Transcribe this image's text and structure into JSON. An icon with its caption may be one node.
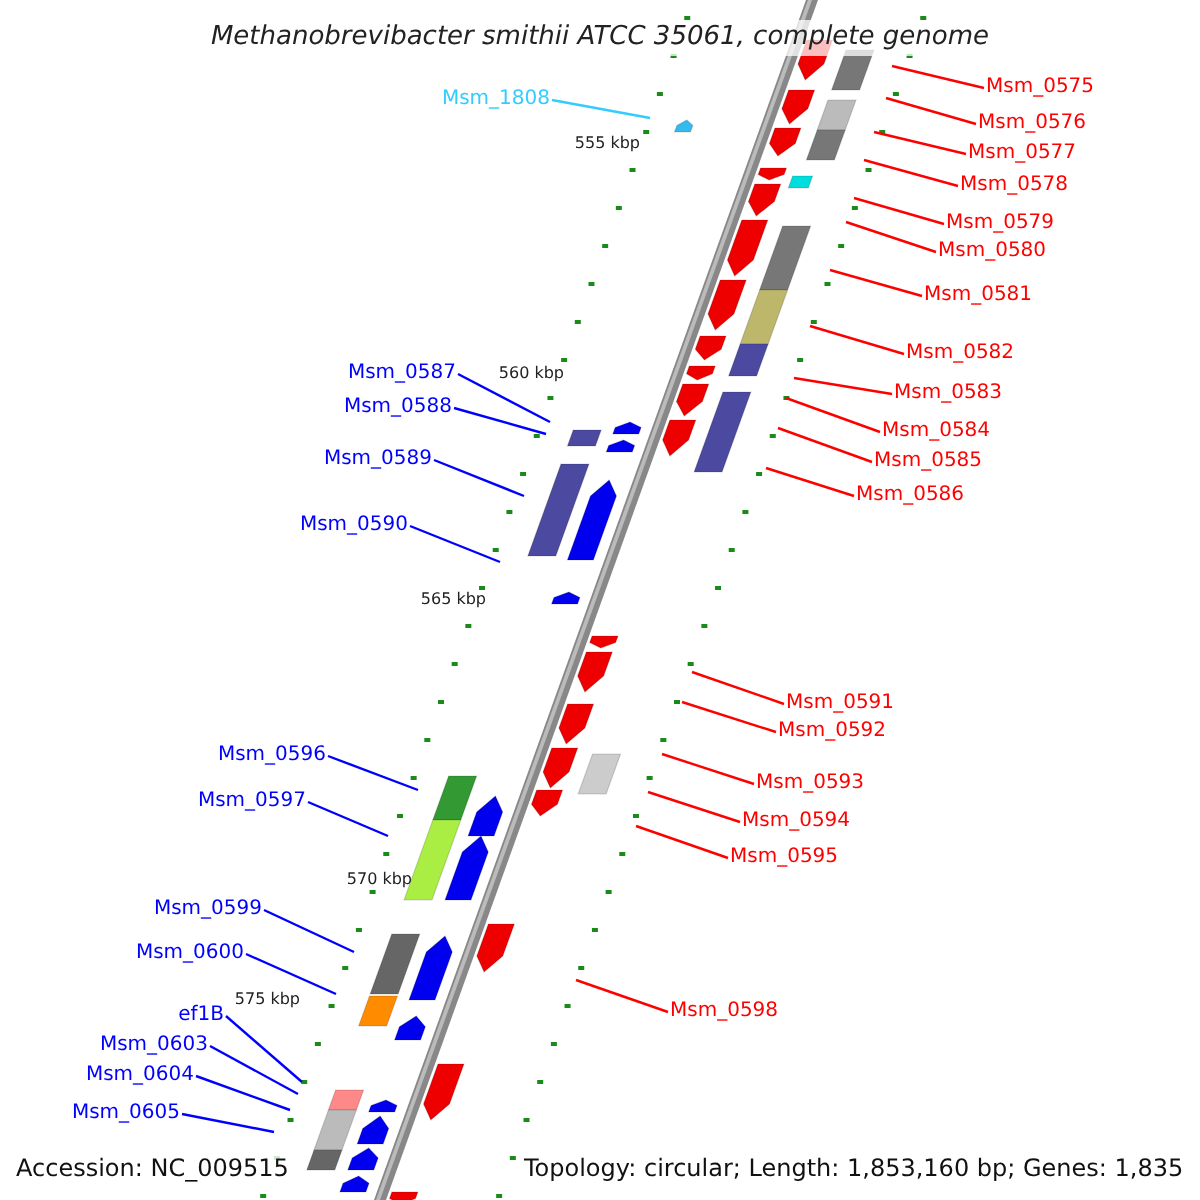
{
  "diagram": {
    "title": "Methanobrevibacter smithii ATCC 35061, complete genome",
    "nodes": [
      {
        "text": [
          "Msm_0575"
        ]
      },
      {
        "text": [
          "Msm_1808"
        ]
      },
      {
        "text": [
          "Msm_0576"
        ]
      },
      {
        "text": [
          "Msm_0577"
        ]
      },
      {
        "text": [
          "Msm_0578"
        ]
      },
      {
        "text": [
          "Msm_0579"
        ]
      },
      {
        "text": [
          "Msm_0580"
        ]
      },
      {
        "text": [
          "Msm_0581"
        ]
      },
      {
        "text": [
          "Msm_0582"
        ]
      },
      {
        "text": [
          "Msm_0587"
        ]
      },
      {
        "text": [
          "Msm_0583"
        ]
      },
      {
        "text": [
          "Msm_0588"
        ]
      },
      {
        "text": [
          "Msm_0584"
        ]
      },
      {
        "text": [
          "Msm_0589"
        ]
      },
      {
        "text": [
          "Msm_0585"
        ]
      },
      {
        "text": [
          "Msm_0586"
        ]
      },
      {
        "text": [
          "Msm_0590"
        ]
      },
      {
        "text": [
          "Msm_0591"
        ]
      },
      {
        "text": [
          "Msm_0592"
        ]
      },
      {
        "text": [
          "Msm_0596"
        ]
      },
      {
        "text": [
          "Msm_0593"
        ]
      },
      {
        "text": [
          "Msm_0597"
        ]
      },
      {
        "text": [
          "Msm_0594"
        ]
      },
      {
        "text": [
          "Msm_0595"
        ]
      },
      {
        "text": [
          "Msm_0599"
        ]
      },
      {
        "text": [
          "Msm_0600"
        ]
      },
      {
        "text": [
          "Msm_0598"
        ]
      },
      {
        "text": [
          "ef1B"
        ]
      },
      {
        "text": [
          "Msm_0603"
        ]
      },
      {
        "text": [
          "Msm_0604"
        ]
      },
      {
        "text": [
          "Msm_0605"
        ]
      }
    ],
    "edges": [
      {
        "from": 0,
        "to": null,
        "arrow": "none"
      },
      {
        "from": 1,
        "to": null,
        "arrow": "none",
        "color": "#33ccff"
      },
      {
        "from": 2,
        "to": null,
        "arrow": "none"
      },
      {
        "from": 3,
        "to": null,
        "arrow": "none"
      },
      {
        "from": 4,
        "to": null,
        "arrow": "none"
      },
      {
        "from": 5,
        "to": null,
        "arrow": "none"
      },
      {
        "from": 6,
        "to": null,
        "arrow": "none"
      },
      {
        "from": 7,
        "to": null,
        "arrow": "none"
      },
      {
        "from": 8,
        "to": null,
        "arrow": "none"
      },
      {
        "from": 9,
        "to": null,
        "arrow": "none",
        "color": "#0000ff"
      },
      {
        "from": 10,
        "to": null,
        "arrow": "none"
      },
      {
        "from": 11,
        "to": null,
        "arrow": "none",
        "color": "#0000ff"
      },
      {
        "from": 12,
        "to": null,
        "arrow": "none"
      },
      {
        "from": 13,
        "to": null,
        "arrow": "none",
        "color": "#0000ff"
      },
      {
        "from": 14,
        "to": null,
        "arrow": "none"
      },
      {
        "from": 15,
        "to": null,
        "arrow": "none"
      },
      {
        "from": 16,
        "to": null,
        "arrow": "none",
        "color": "#0000ff"
      },
      {
        "from": 17,
        "to": null,
        "arrow": "none"
      },
      {
        "from": 18,
        "to": null,
        "arrow": "none"
      },
      {
        "from": 19,
        "to": null,
        "arrow": "none",
        "color": "#0000ff"
      },
      {
        "from": 20,
        "to": null,
        "arrow": "none"
      },
      {
        "from": 21,
        "to": null,
        "arrow": "none",
        "color": "#0000ff"
      },
      {
        "from": 22,
        "to": null,
        "arrow": "none"
      },
      {
        "from": 23,
        "to": null,
        "arrow": "none"
      },
      {
        "from": 24,
        "to": null,
        "arrow": "none",
        "color": "#0000ff"
      },
      {
        "from": 25,
        "to": null,
        "arrow": "none",
        "color": "#0000ff"
      },
      {
        "from": 26,
        "to": null,
        "arrow": "none"
      },
      {
        "from": 27,
        "to": null,
        "arrow": "none",
        "color": "#0000ff"
      },
      {
        "from": 28,
        "to": null,
        "arrow": "none",
        "color": "#0000ff"
      },
      {
        "from": 29,
        "to": null,
        "arrow": "none",
        "color": "#0000ff"
      },
      {
        "from": 30,
        "to": null,
        "arrow": "none",
        "color": "#0000ff"
      }
    ],
    "labels": [
      "555 kbp",
      "560 kbp",
      "565 kbp",
      "570 kbp",
      "575 kbp",
      "Accession: NC_009515",
      "Topology: circular; Length: 1,853,160 bp; Genes: 1,835"
    ]
  }
}
